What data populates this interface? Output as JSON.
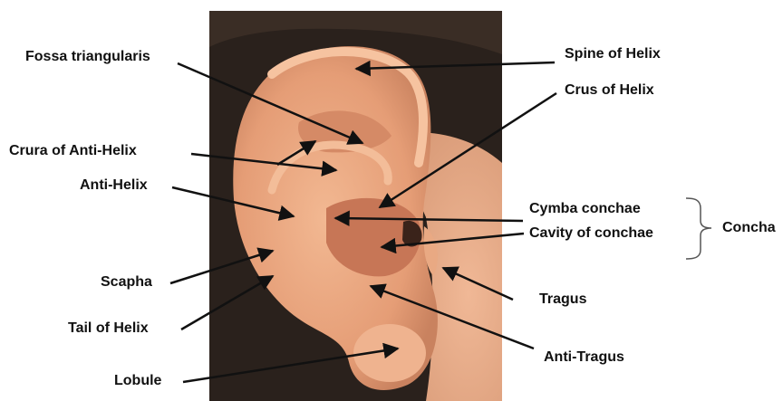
{
  "labels": {
    "fossa_triangularis": "Fossa triangularis",
    "spine_of_helix": "Spine of Helix",
    "crus_of_helix": "Crus of Helix",
    "crura_of_anti_helix": "Crura of Anti-Helix",
    "anti_helix": "Anti-Helix",
    "cymba_conchae": "Cymba conchae",
    "cavity_of_conchae": "Cavity of conchae",
    "concha": "Concha",
    "scapha": "Scapha",
    "tail_of_helix": "Tail of Helix",
    "tragus": "Tragus",
    "anti_tragus": "Anti-Tragus",
    "lobule": "Lobule"
  },
  "colors": {
    "background": "#ffffff",
    "text": "#111111",
    "arrow": "#111111",
    "hair": "#2a211c",
    "skin": "#e8a882",
    "skin_shadow": "#c7805e",
    "bracket": "#555555"
  }
}
